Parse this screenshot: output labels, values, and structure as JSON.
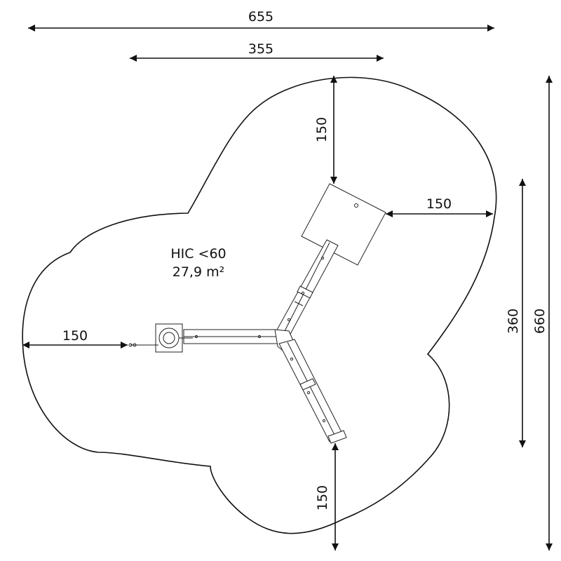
{
  "dimensions": {
    "top_overall": "655",
    "top_inner": "355",
    "top_clearance": "150",
    "right_clearance": "150",
    "left_clearance": "150",
    "bottom_clearance": "150",
    "height_inner": "360",
    "height_overall": "660"
  },
  "surface_area": {
    "hic": "HIC <60",
    "area": "27,9 m²"
  }
}
